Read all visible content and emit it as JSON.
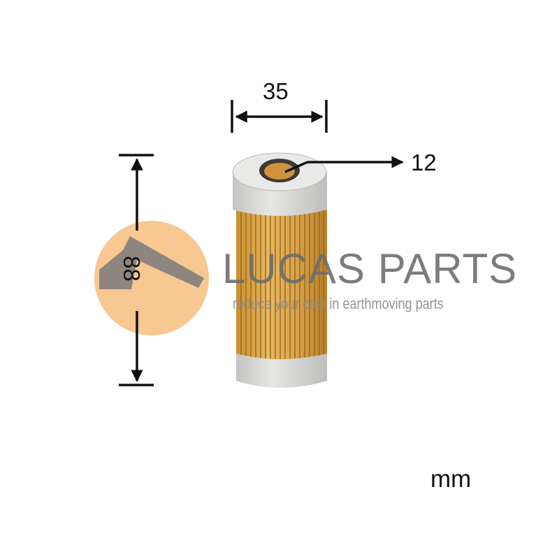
{
  "product_photo": {
    "subject": "cylindrical fuel filter element"
  },
  "dimensions": {
    "width": "35",
    "hole": "12",
    "height": "88",
    "unit": "mm"
  },
  "watermark": {
    "brand": "LUCAS PARTS",
    "tagline": "reduce your cost in earthmoving parts"
  },
  "colors": {
    "filter_paper": "#d9a54a",
    "end_cap": "#d8d9d6",
    "watermark_circle": "#f6c389",
    "watermark_text": "#6e6e6e",
    "arrow": "#111111"
  }
}
